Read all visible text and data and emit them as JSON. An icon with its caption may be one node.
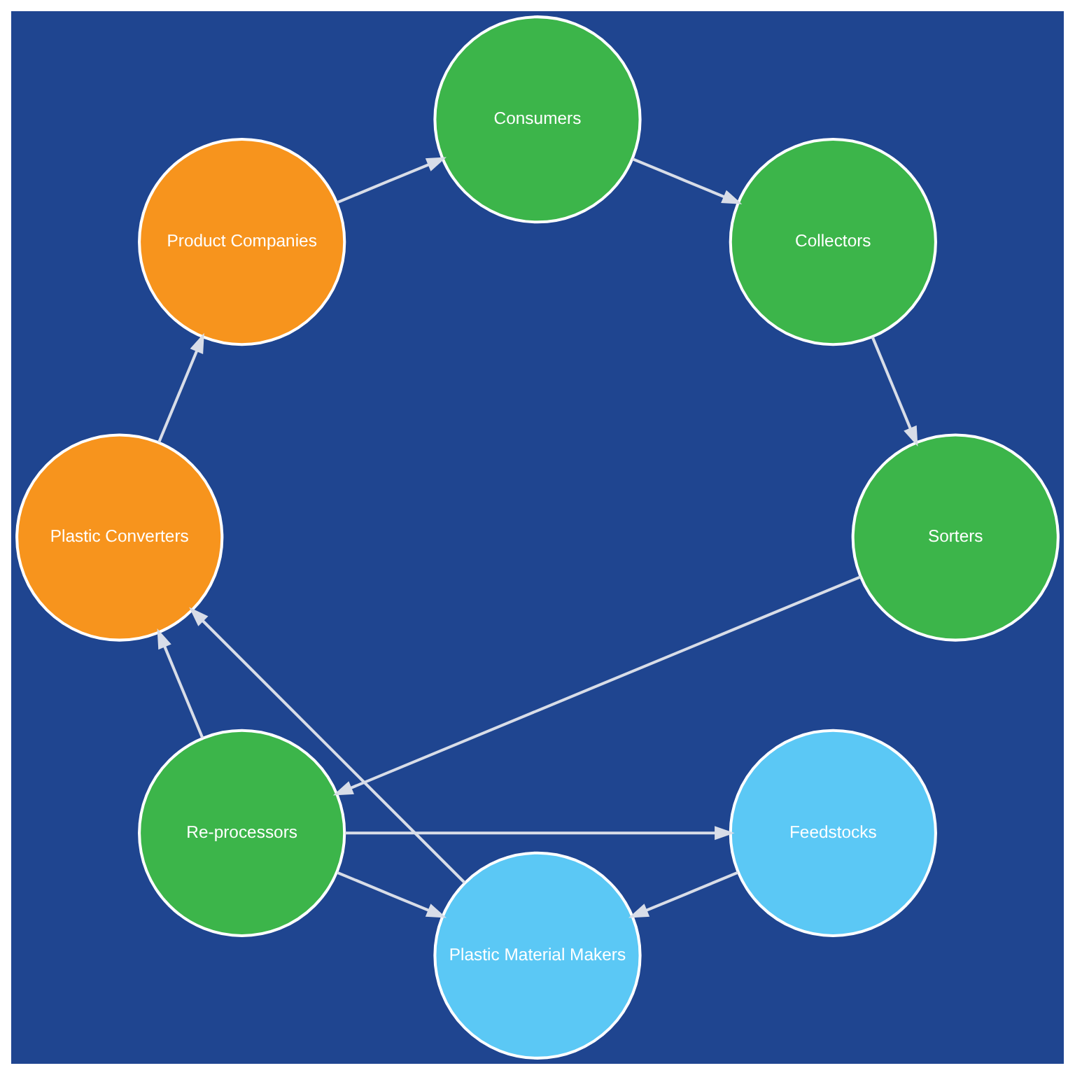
{
  "diagram": {
    "nodes": [
      {
        "text": [
          "Feedstocks"
        ]
      },
      {
        "text": [
          "Re-processors"
        ]
      },
      {
        "text": [
          "Plastic Material Makers"
        ]
      },
      {
        "text": [
          "Sorters"
        ]
      },
      {
        "text": [
          "Plastic Converters"
        ]
      },
      {
        "text": [
          "Collectors"
        ]
      },
      {
        "text": [
          "Product Companies"
        ]
      },
      {
        "text": [
          "Consumers"
        ]
      }
    ],
    "edges": [
      {
        "from": 0,
        "to": 2,
        "arrow": "to"
      },
      {
        "from": 2,
        "to": 4,
        "arrow": "to"
      },
      {
        "from": 4,
        "to": 6,
        "arrow": "to"
      },
      {
        "from": 6,
        "to": 7,
        "arrow": "to"
      },
      {
        "from": 7,
        "to": 5,
        "arrow": "to"
      },
      {
        "from": 5,
        "to": 3,
        "arrow": "to"
      },
      {
        "from": 3,
        "to": 1,
        "arrow": "to"
      },
      {
        "from": 1,
        "to": 0,
        "arrow": "to"
      },
      {
        "from": 1,
        "to": 2,
        "arrow": "to"
      },
      {
        "from": 1,
        "to": 4,
        "arrow": "to"
      }
    ]
  }
}
